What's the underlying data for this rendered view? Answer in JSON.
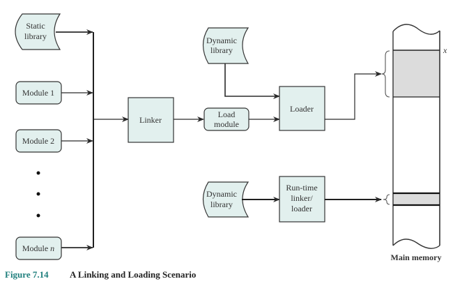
{
  "figure": {
    "number": "Figure 7.14",
    "title": "A Linking and Loading Scenario"
  },
  "nodes": {
    "static_library": [
      "Static",
      "library"
    ],
    "module_1": "Module 1",
    "module_2": "Module 2",
    "module_n_prefix": "Module ",
    "module_n_var": "n",
    "ellipsis": "•",
    "linker": "Linker",
    "load_module": [
      "Load",
      "module"
    ],
    "dynamic_library_top": [
      "Dynamic",
      "library"
    ],
    "loader": "Loader",
    "dynamic_library_bottom": [
      "Dynamic",
      "library"
    ],
    "runtime_linker": [
      "Run-time",
      "linker/",
      "loader"
    ],
    "main_memory": "Main memory",
    "address_marker": "x"
  },
  "colors": {
    "box_fill": "#e2f0ee",
    "memory_region_fill": "#dcdcdc",
    "caption_accent": "#1f7f7d"
  }
}
